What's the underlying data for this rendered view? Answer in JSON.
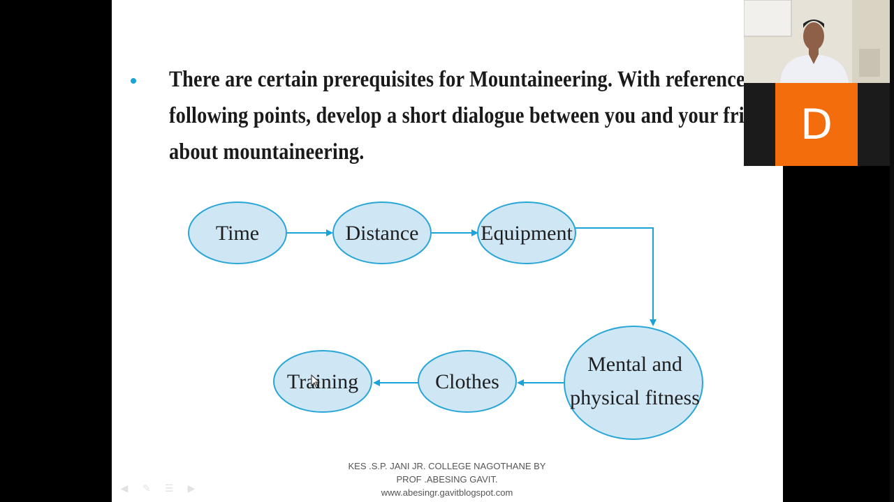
{
  "question": {
    "lines": [
      "There are certain prerequisites for Mountaineering. With reference to the",
      "following points, develop a short dialogue between you and your friend",
      "about mountaineering."
    ]
  },
  "diagram": {
    "nodes": {
      "time": "Time",
      "distance": "Distance",
      "equipment": "Equipment",
      "fitness_line1": "Mental and",
      "fitness_line2": "physical fitness",
      "clothes": "Clothes",
      "training": "Training"
    }
  },
  "footer": {
    "line1": "KES .S.P. JANI JR. COLLEGE NAGOTHANE BY",
    "line2": "PROF .ABESING GAVIT.",
    "line3": "www.abesingr.gavitblogspot.com"
  },
  "participant": {
    "initial": "D",
    "tile_color": "#f36d0d"
  },
  "colors": {
    "node_fill": "#cfe6f4",
    "node_stroke": "#2aa6d6",
    "arrow": "#1aa3d9"
  }
}
